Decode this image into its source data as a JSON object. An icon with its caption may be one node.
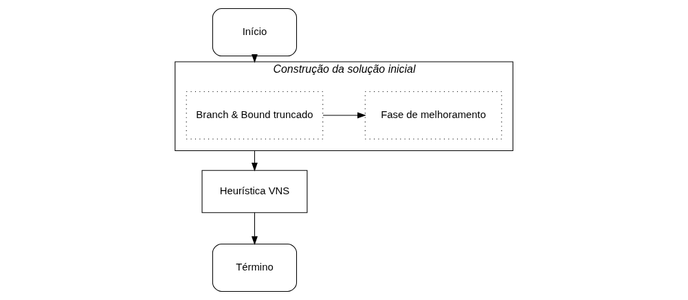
{
  "diagram": {
    "nodes": [
      {
        "text": [
          "Início"
        ]
      },
      {
        "text": [
          "Construção da solução inicial"
        ]
      },
      {
        "text": [
          "Branch & Bound truncado"
        ],
        "in": 1
      },
      {
        "text": [
          "Fase de melhoramento"
        ],
        "in": 1
      },
      {
        "text": [
          "Heurística VNS"
        ]
      },
      {
        "text": [
          "Término"
        ]
      }
    ],
    "edges": [
      {
        "from": 0,
        "to": 1,
        "arrow": "to"
      },
      {
        "from": 2,
        "to": 3,
        "arrow": "to"
      },
      {
        "from": 1,
        "to": 4,
        "arrow": "to"
      },
      {
        "from": 4,
        "to": 5,
        "arrow": "to"
      }
    ]
  }
}
